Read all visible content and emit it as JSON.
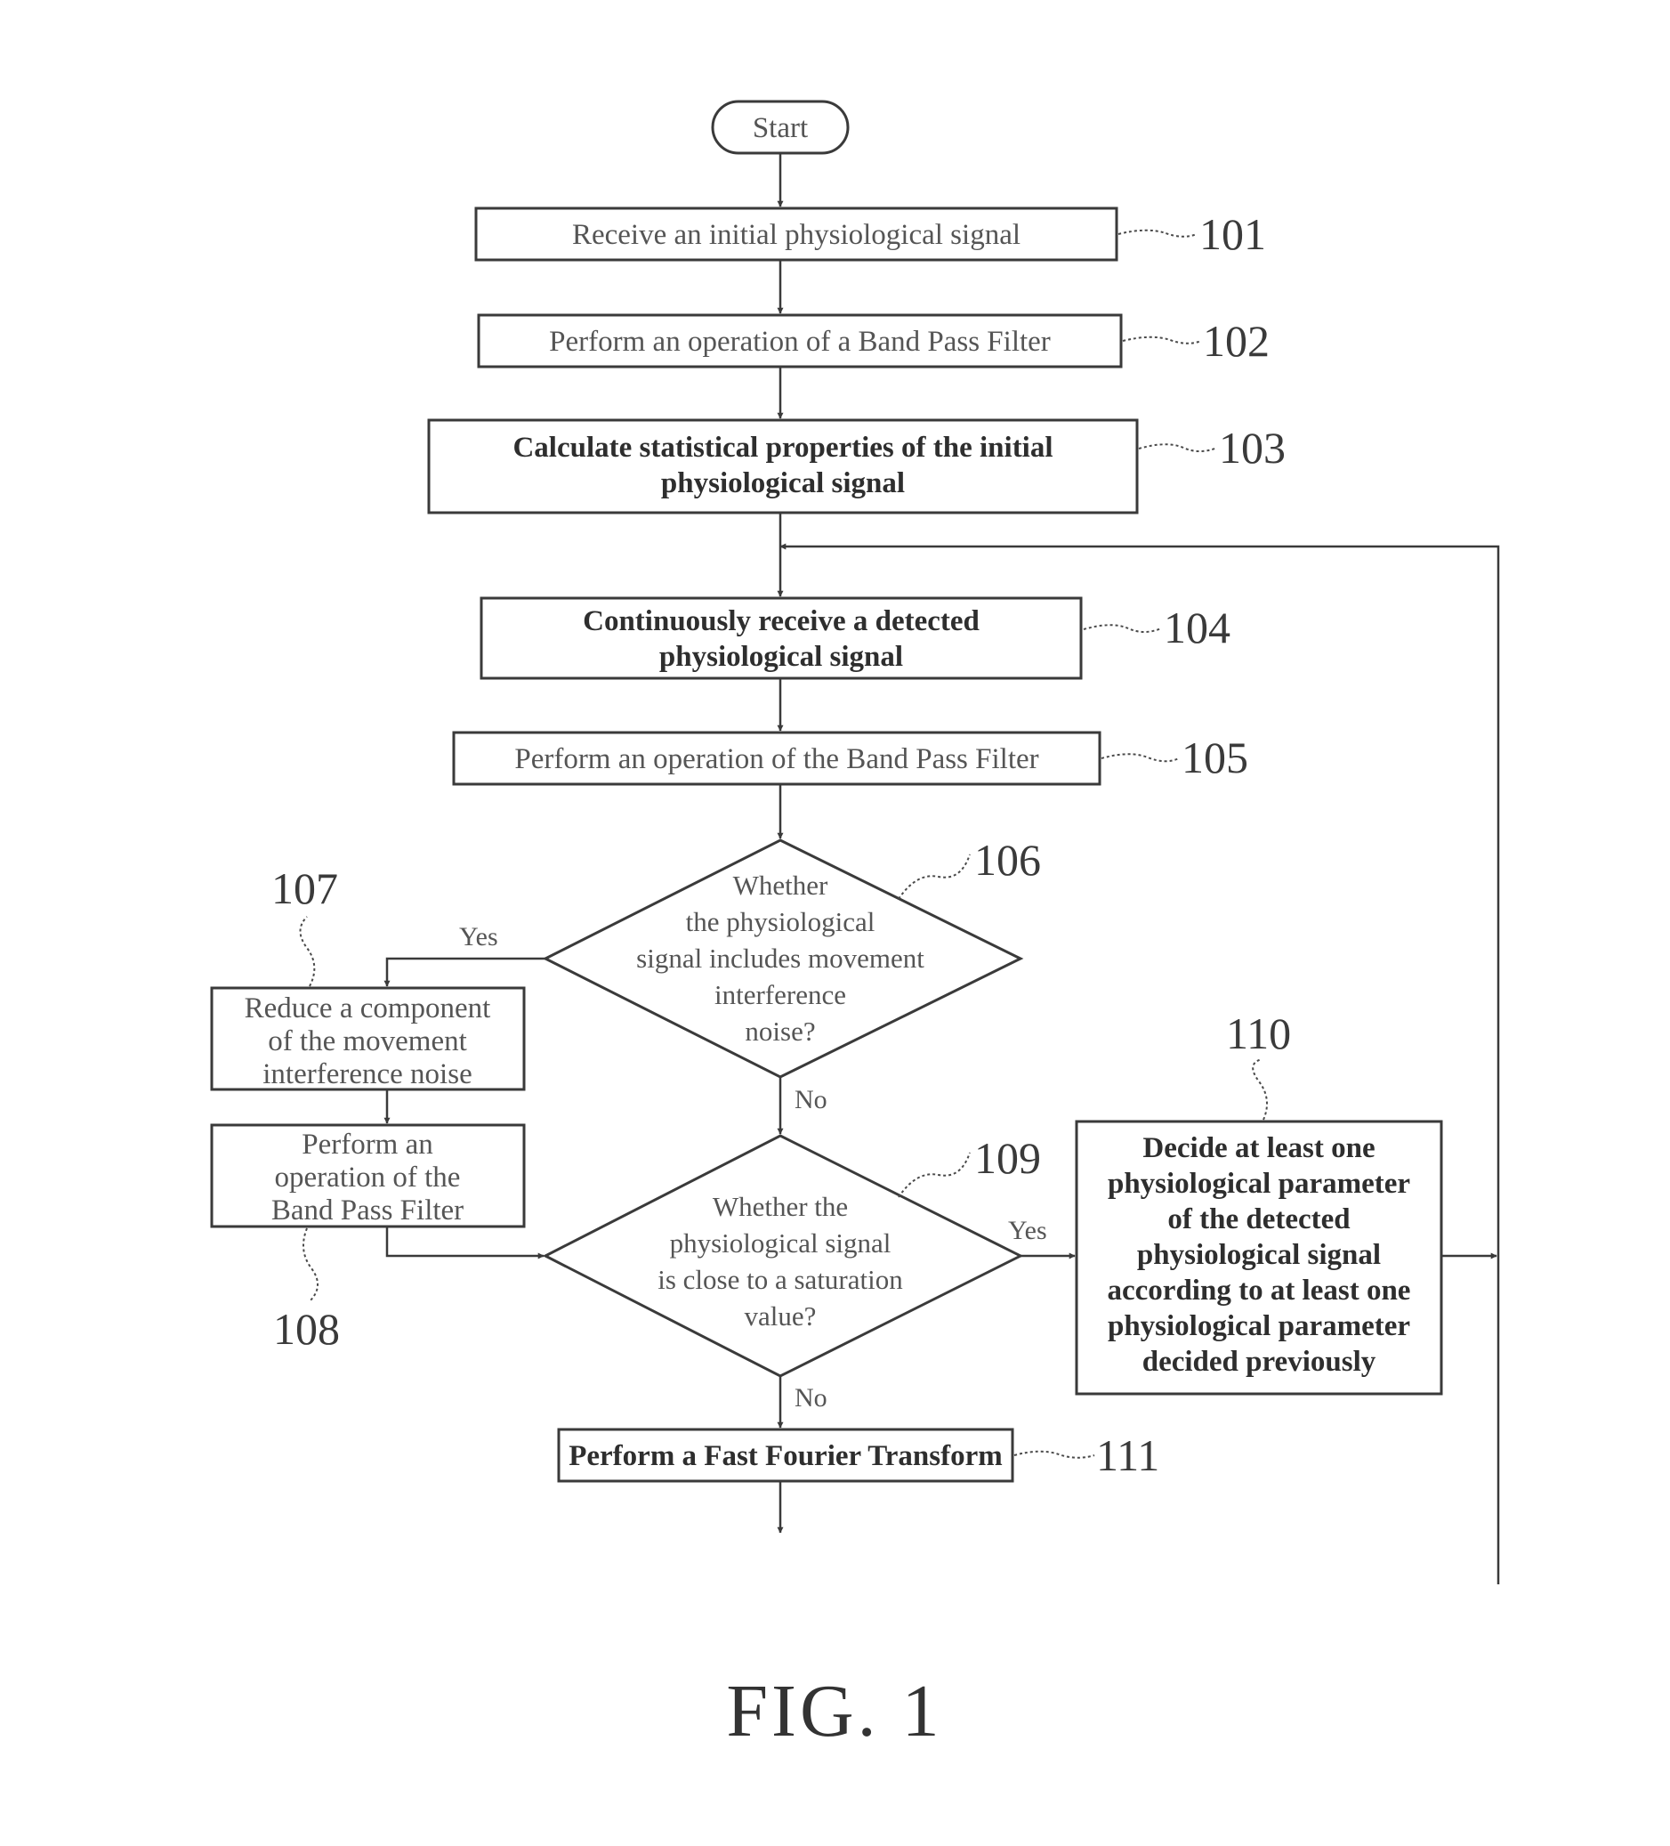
{
  "start": {
    "label": "Start"
  },
  "steps": {
    "s101": {
      "ref": "101",
      "lines": [
        "Receive an initial physiological signal"
      ]
    },
    "s102": {
      "ref": "102",
      "lines": [
        "Perform an operation of a Band Pass Filter"
      ]
    },
    "s103": {
      "ref": "103",
      "lines": [
        "Calculate statistical properties of the initial",
        "physiological signal"
      ]
    },
    "s104": {
      "ref": "104",
      "lines": [
        "Continuously receive a detected",
        "physiological signal"
      ]
    },
    "s105": {
      "ref": "105",
      "lines": [
        "Perform an operation of the Band Pass Filter"
      ]
    },
    "s106": {
      "ref": "106",
      "lines": [
        "Whether",
        "the physiological",
        "signal includes movement",
        "interference",
        "noise?"
      ]
    },
    "s107": {
      "ref": "107",
      "lines": [
        "Reduce a component",
        "of the movement",
        "interference noise"
      ]
    },
    "s108": {
      "ref": "108",
      "lines": [
        "Perform an",
        "operation of the",
        "Band Pass Filter"
      ]
    },
    "s109": {
      "ref": "109",
      "lines": [
        "Whether the",
        "physiological signal",
        "is close to a saturation",
        "value?"
      ]
    },
    "s110": {
      "ref": "110",
      "lines": [
        "Decide at least one",
        "physiological parameter",
        "of the detected",
        "physiological signal",
        "according to at least one",
        "physiological parameter",
        "decided previously"
      ]
    },
    "s111": {
      "ref": "111",
      "lines": [
        "Perform a Fast Fourier Transform"
      ]
    }
  },
  "branches": {
    "d106_yes": "Yes",
    "d106_no": "No",
    "d109_yes": "Yes",
    "d109_no": "No"
  },
  "caption": "FIG. 1"
}
